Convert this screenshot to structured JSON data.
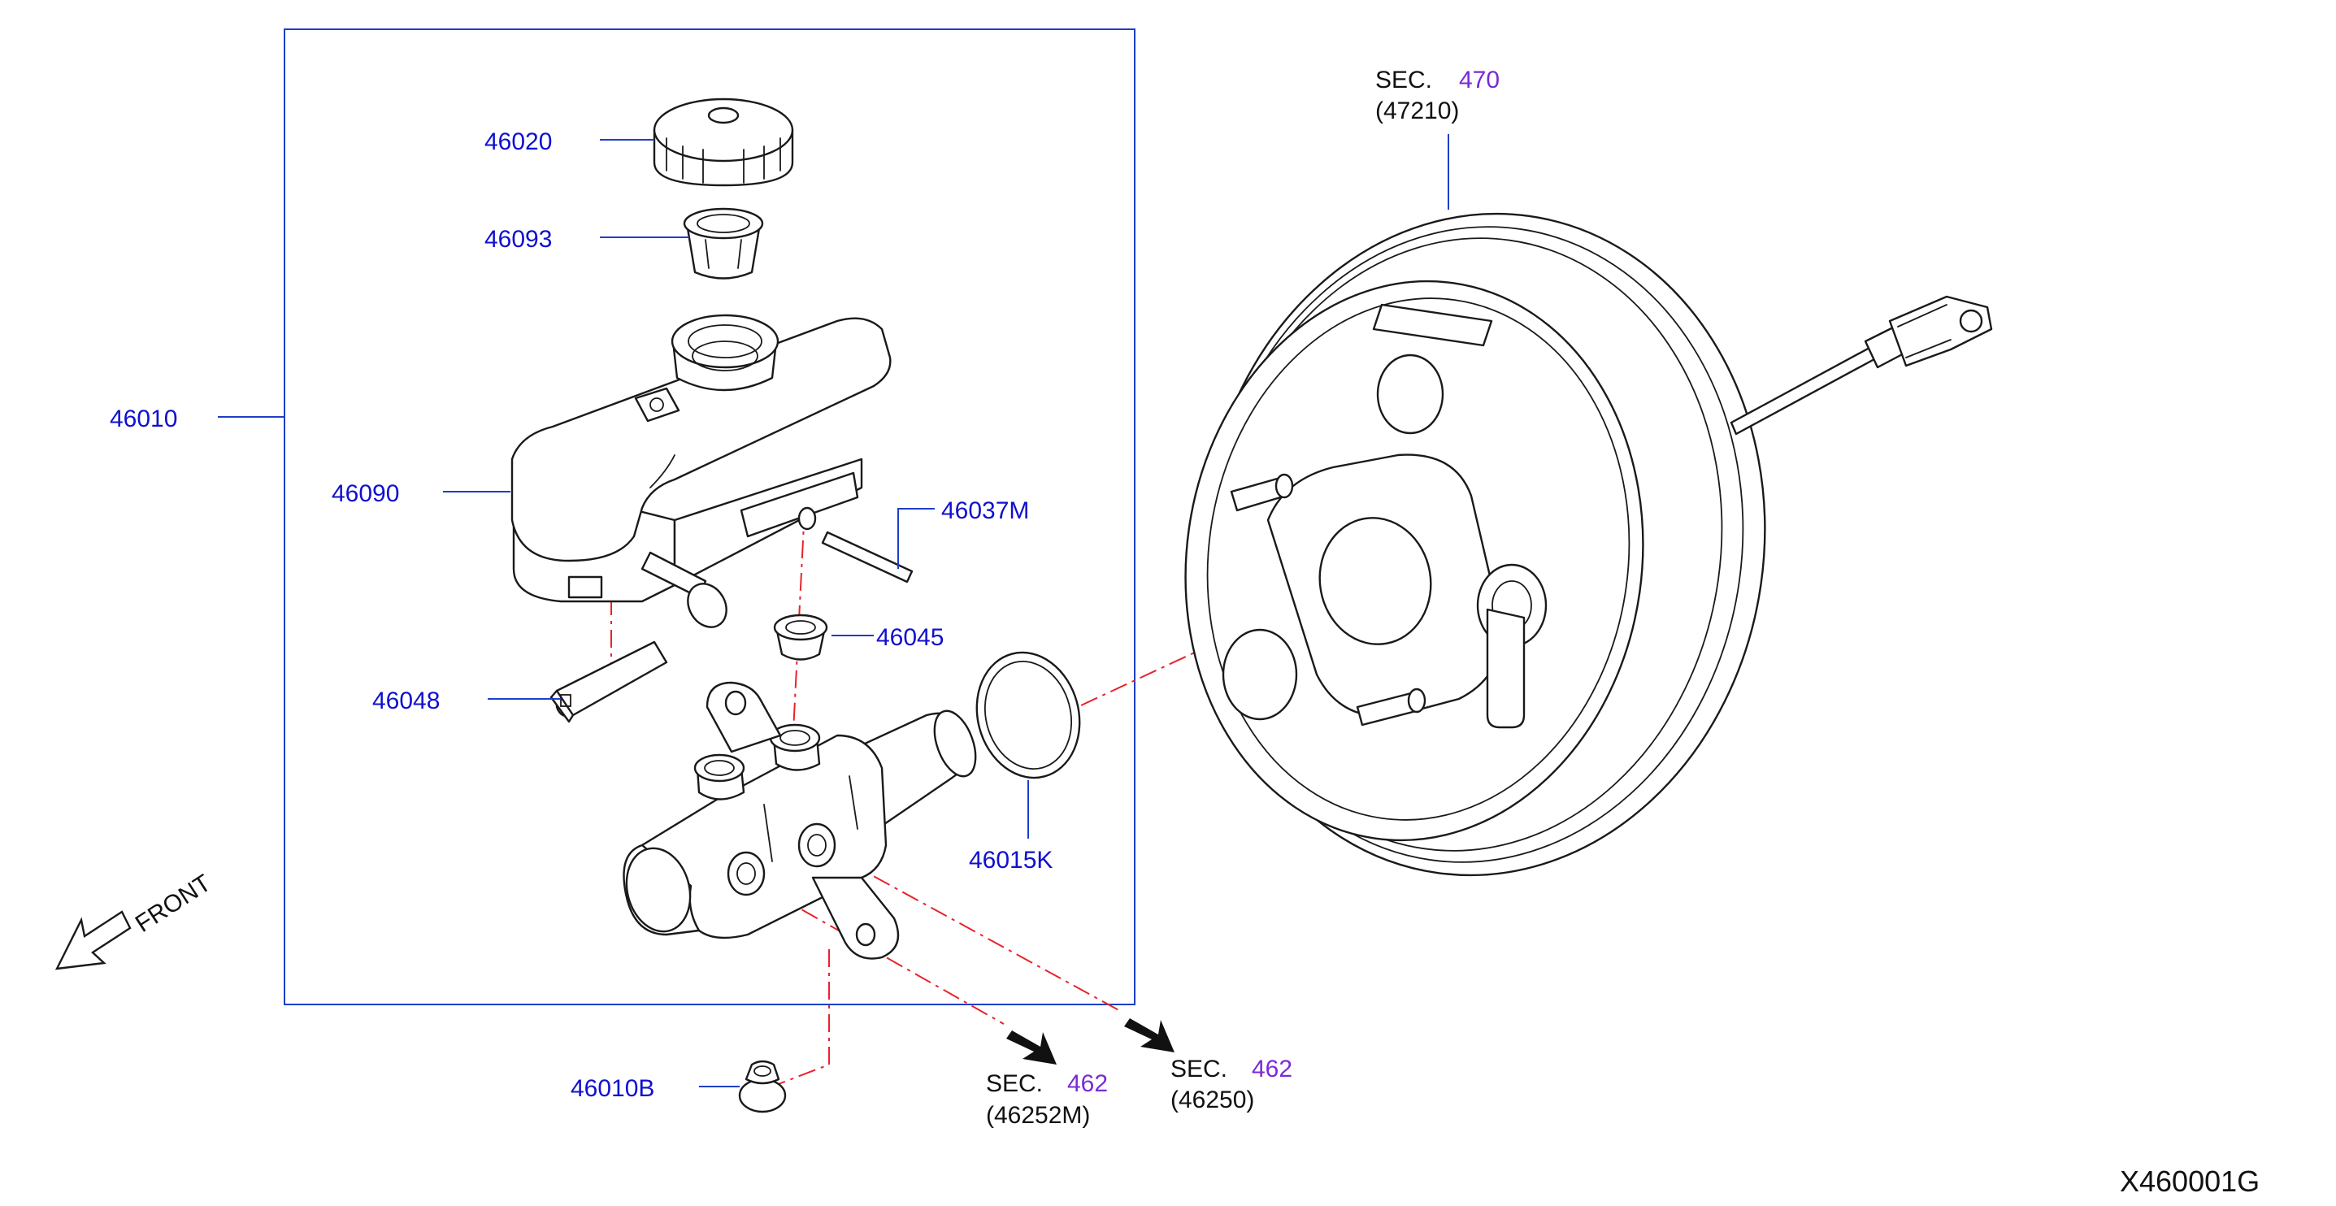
{
  "parts": [
    {
      "id": "p46020",
      "label": "46020"
    },
    {
      "id": "p46093",
      "label": "46093"
    },
    {
      "id": "p46010",
      "label": "46010"
    },
    {
      "id": "p46090",
      "label": "46090"
    },
    {
      "id": "p46037M",
      "label": "46037M"
    },
    {
      "id": "p46045",
      "label": "46045"
    },
    {
      "id": "p46048",
      "label": "46048"
    },
    {
      "id": "p46015K",
      "label": "46015K"
    },
    {
      "id": "p46010B",
      "label": "46010B"
    }
  ],
  "section_refs": [
    {
      "prefix": "SEC.",
      "number": "470",
      "part": "(47210)"
    },
    {
      "prefix": "SEC.",
      "number": "462",
      "part": "(46252M)"
    },
    {
      "prefix": "SEC.",
      "number": "462",
      "part": "(46250)"
    }
  ],
  "front_label": "FRONT",
  "diagram_code": "X460001G",
  "colors": {
    "part_number": "#1010d0",
    "section_number": "#7a2ad6",
    "leader": "#1e3fc8",
    "centerline": "#e8232a"
  }
}
